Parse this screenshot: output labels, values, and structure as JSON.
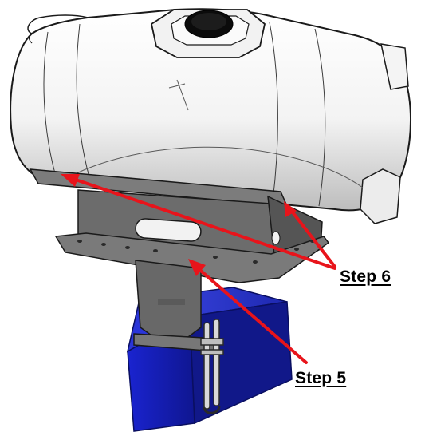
{
  "labels": {
    "step6": "Step 6",
    "step5": "Step 5"
  },
  "colors": {
    "arrow": "#e8141b",
    "beam": "#1a22c8",
    "bracket": "#6d6d6d",
    "tank": "#f6f6f6",
    "outline": "#1a1a1a"
  },
  "icons": {
    "arrow": "red-callout-arrow",
    "tank": "spray-tank",
    "bracket": "mounting-bracket",
    "beam": "square-tube-beam",
    "bolt": "u-bolt"
  }
}
